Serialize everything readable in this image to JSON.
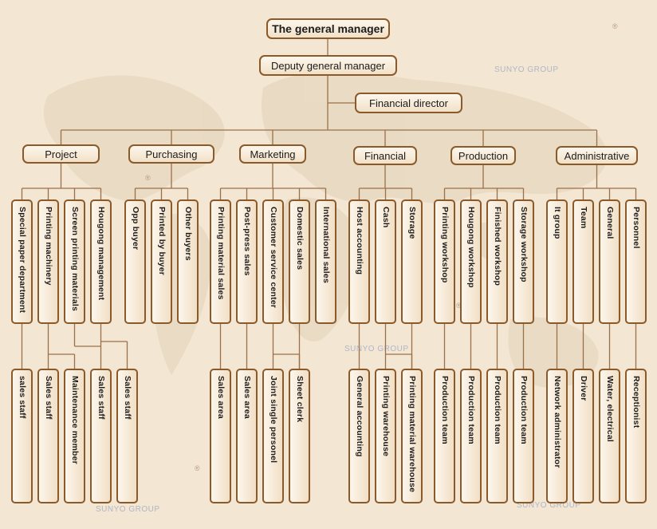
{
  "top": {
    "gm": "The general manager",
    "deputy": "Deputy general manager",
    "fin_director": "Financial director"
  },
  "departments": [
    "Project",
    "Purchasing",
    "Marketing",
    "Financial",
    "Production",
    "Administrative"
  ],
  "sections": {
    "project": [
      "Special paper department",
      "Printing machinery",
      "Screen printing materials",
      "Hougong management"
    ],
    "purchasing": [
      "Opp buyer",
      "Printed by buyer",
      "Other buyers"
    ],
    "marketing": [
      "Printing material sales",
      "Post-press sales",
      "Customer service center",
      "Domestic sales",
      "International sales"
    ],
    "financial": [
      "Host accounting",
      "Cash",
      "Storage"
    ],
    "production": [
      "Printing workshop",
      "Hougong workshop",
      "Finished workshop",
      "Storage workshop"
    ],
    "administrative": [
      "It group",
      "Team",
      "General",
      "Personnel"
    ]
  },
  "staff": {
    "project": [
      "sales staff",
      "Sales staff",
      "Maintenance member",
      "Sales staff",
      "Sales staff"
    ],
    "marketing": [
      "Sales area",
      "Sales area",
      "Joint single personel",
      "Sheet clerk"
    ],
    "financial": [
      "General accounting",
      "Printing warehouse",
      "Printing material warehouse"
    ],
    "production": [
      "Production team",
      "Production team",
      "Production team",
      "Production team"
    ],
    "administrative": [
      "Network administrator",
      "Driver",
      "Water, electrical",
      "Receptionist"
    ]
  },
  "watermark": {
    "text": "SUNYO GROUP",
    "reg": "®"
  },
  "colors": {
    "background": "#f3e6d3",
    "border": "#8a5a2b",
    "line": "#9c7048",
    "box_top": "#fdf6ec",
    "box_bottom": "#f2e1c8"
  }
}
